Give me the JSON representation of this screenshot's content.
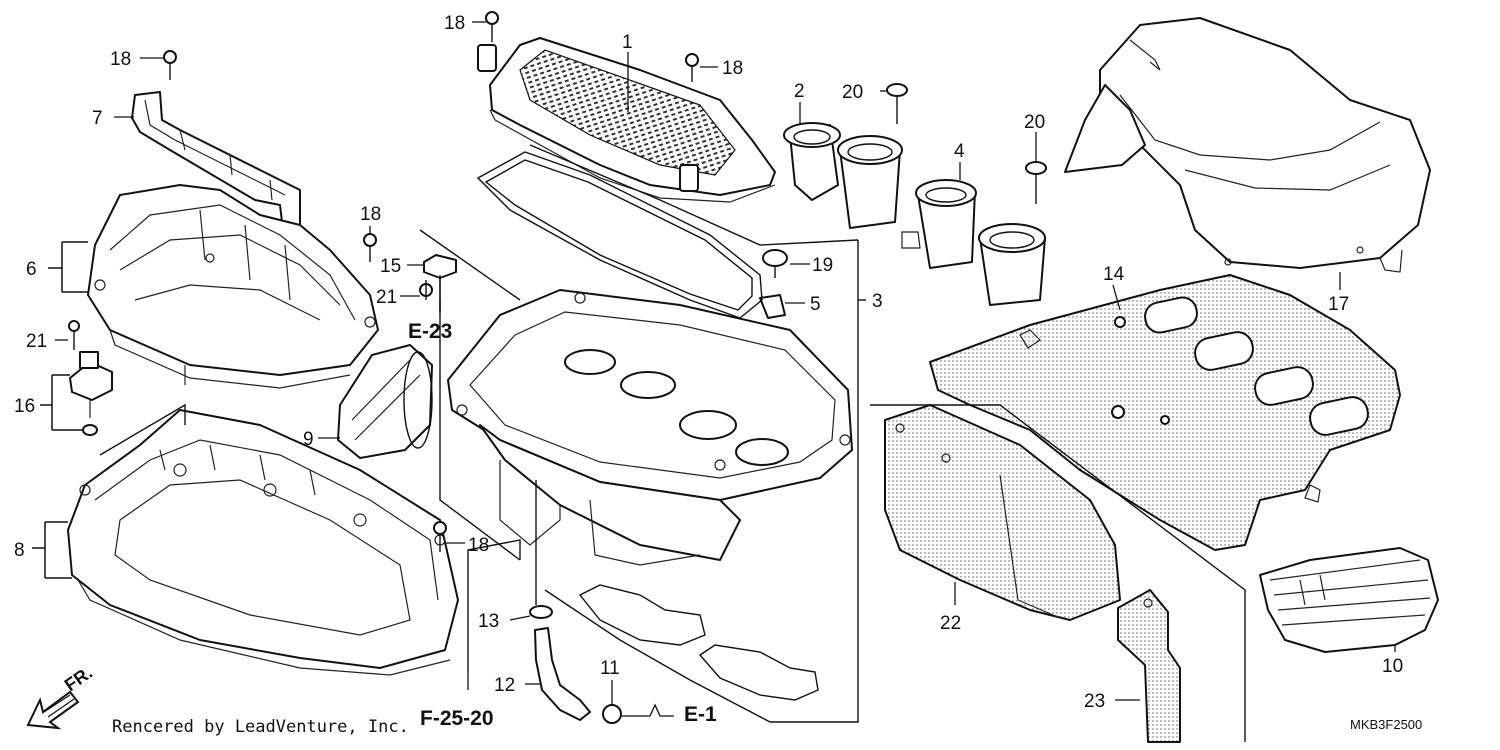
{
  "callouts": {
    "c1": "1",
    "c2": "2",
    "c3": "3",
    "c4": "4",
    "c5": "5",
    "c6": "6",
    "c7": "7",
    "c8": "8",
    "c9": "9",
    "c10": "10",
    "c11": "11",
    "c12": "12",
    "c13": "13",
    "c14": "14",
    "c15": "15",
    "c16": "16",
    "c17": "17",
    "c18": "18",
    "c19": "19",
    "c20": "20",
    "c21": "21",
    "c22": "22",
    "c23": "23"
  },
  "references": {
    "e23": "E-23",
    "f2520": "F-25-20",
    "e1": "E-1"
  },
  "direction_label": "FR.",
  "credit": "Rencered by LeadVenture, Inc.",
  "diagram_code": "MKB3F2500"
}
